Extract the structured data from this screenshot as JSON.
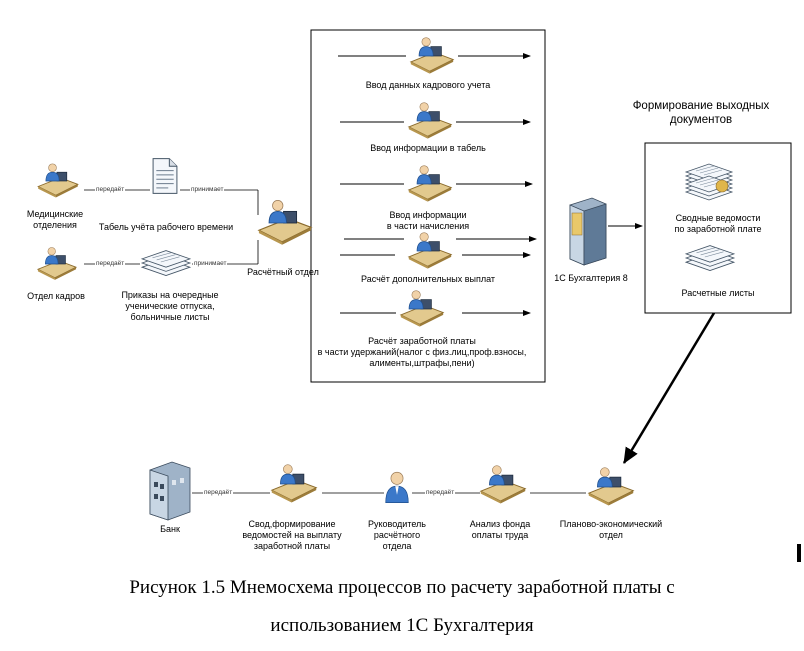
{
  "labels": {
    "med_dept": "Медицинские\nотделения",
    "hr_dept": "Отдел кадров",
    "timesheet": "Табель учёта рабочего времени",
    "orders": "Приказы на очередные\nученические отпуска,\nбольничные листы",
    "payroll_dept": "Расчётный отдел",
    "step1": "Ввод данных кадрового учета",
    "step2": "Ввод информации в табель",
    "step3": "Ввод информации\nв части начисления",
    "step4": "Расчёт дополнительных выплат",
    "step5": "Расчёт заработной платы\nв части удержаний(налог с физ.лиц,проф.взносы,\nалименты,штрафы,пени)",
    "onec": "1С Бухгалтерия 8",
    "output_title": "Формирование выходных\nдокументов",
    "summary": "Сводные ведомости\nпо заработной плате",
    "payslips": "Расчетные листы",
    "bank": "Банк",
    "consolidation": "Свод,формирование\nведомостей на выплату\nзаработной платы",
    "manager": "Руководитель\nрасчётного\nотдела",
    "analysis": "Анализ фонда\nоплаты труда",
    "planning": "Планово-экономический\nотдел",
    "transfers_1": "передаёт",
    "accepts_1": "принимает",
    "transfers_2": "передаёт",
    "accepts_2": "принимает",
    "transfers_3": "передаёт",
    "transfers_4": "передаёт"
  },
  "caption": {
    "line1": "Рисунок 1.5 Мнемосхема процессов по расчету заработной платы с",
    "line2": "использованием 1С Бухгалтерия"
  }
}
